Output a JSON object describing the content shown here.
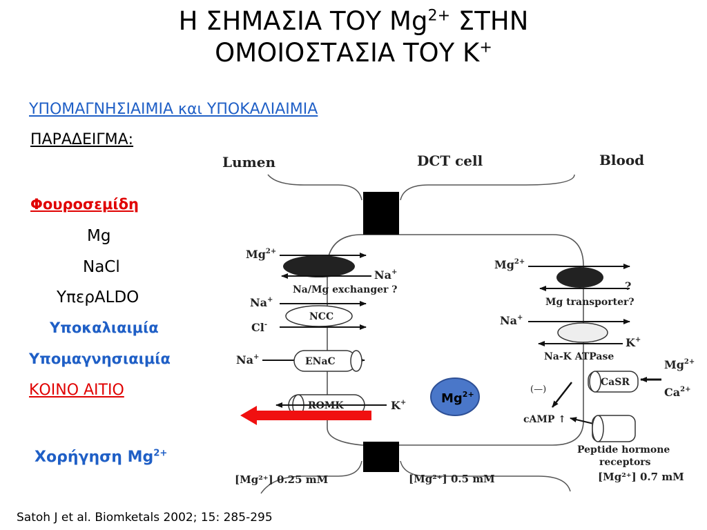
{
  "title": {
    "line1_pre": "Η ΣΗΜΑΣΙΑ ΤΟΥ Mg",
    "line1_sup": "2+",
    "line1_post": " ΣΤΗΝ",
    "line2_pre": "ΟΜΟΙΟΣΤΑΣΙΑ ΤΟΥ K",
    "line2_sup": "+"
  },
  "left_panel": {
    "heading": "ΥΠΟΜΑΓΝΗΣΙΑΙΜΙΑ και ΥΠΟΚΑΛΙΑΙΜΙΑ",
    "example": "ΠΑΡΑΔΕΙΓΜΑ:",
    "drug": "Φουροσεμίδη",
    "item_mg": "Mg",
    "item_nacl": "NaCl",
    "item_aldo": "ΥπερALDO",
    "hypokalemia": "Υποκαλιαιμία",
    "hypomagnesemia": "Υπομαγνησιαιμία",
    "common_cause": "ΚΟΙΝΟ ΑΙΤΙΟ",
    "treatment_pre": "Χορήγηση Mg",
    "treatment_sup": "2+"
  },
  "citation": "Satoh J et al. Biomketals 2002; 15: 285-295",
  "diagram": {
    "lumen": "Lumen",
    "dct_cell": "DCT cell",
    "blood": "Blood",
    "mg_left": "Mg",
    "na_exch": "Na",
    "na_mg_exchanger": "Na/Mg exchanger ?",
    "na_ncc": "Na",
    "cl_ncc": "Cl",
    "ncc": "NCC",
    "na_enac": "Na",
    "enac": "ENaC",
    "romk": "ROMK",
    "k_romk": "K",
    "mg_right": "Mg",
    "q_mark": "?",
    "mg_transporter": "Mg transporter?",
    "na_right": "Na",
    "k_right": "K",
    "nak_atpase": "Na-K ATPase",
    "minus": "(—)",
    "camp": "cAMP ↑",
    "casr": "CaSR",
    "mg_casr": "Mg",
    "ca_casr": "Ca",
    "peptide1": "Peptide hormone",
    "peptide2": "receptors",
    "conc_lumen": "[Mg²⁺] 0.25 mM",
    "conc_cell": "[Mg²⁺] 0.5 mM",
    "conc_blood": "[Mg²⁺] 0.7 mM",
    "mg_badge": "Mg",
    "mg_badge_sup": "2+",
    "sup_2plus": "2+",
    "sup_plus": "+",
    "sup_minus": "-"
  },
  "colors": {
    "accent_blue": "#1f5fc6",
    "accent_red": "#e00000",
    "badge_fill": "#4a77c9"
  }
}
